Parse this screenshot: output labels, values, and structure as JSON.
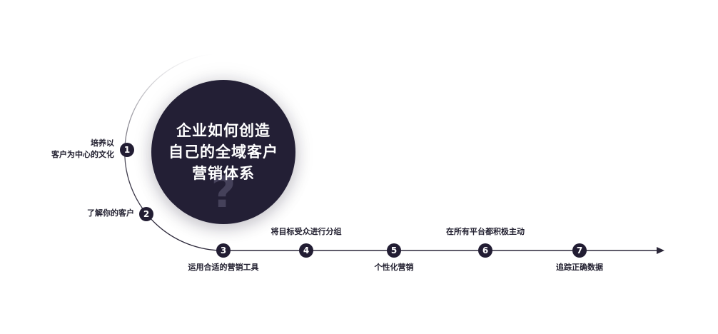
{
  "hub": {
    "title_lines": [
      "企业如何创造",
      "自己的全域客户",
      "营销体系"
    ],
    "watermark_glyph": "?"
  },
  "colors": {
    "hub_fill": "#231f35",
    "marker_fill": "#221d33",
    "line": "#2a2638",
    "label_text": "#222030",
    "watermark": "#45415a"
  },
  "steps": [
    {
      "number": "1",
      "label_lines": [
        "培养以",
        "客户为中心的文化"
      ]
    },
    {
      "number": "2",
      "label_lines": [
        "了解你的客户"
      ]
    },
    {
      "number": "3",
      "label_lines": [
        "运用合适的营销工具"
      ]
    },
    {
      "number": "4",
      "label_lines": [
        "将目标受众进行分组"
      ]
    },
    {
      "number": "5",
      "label_lines": [
        "个性化营销"
      ]
    },
    {
      "number": "6",
      "label_lines": [
        "在所有平台都积极主动"
      ]
    },
    {
      "number": "7",
      "label_lines": [
        "追踪正确数据"
      ]
    }
  ]
}
